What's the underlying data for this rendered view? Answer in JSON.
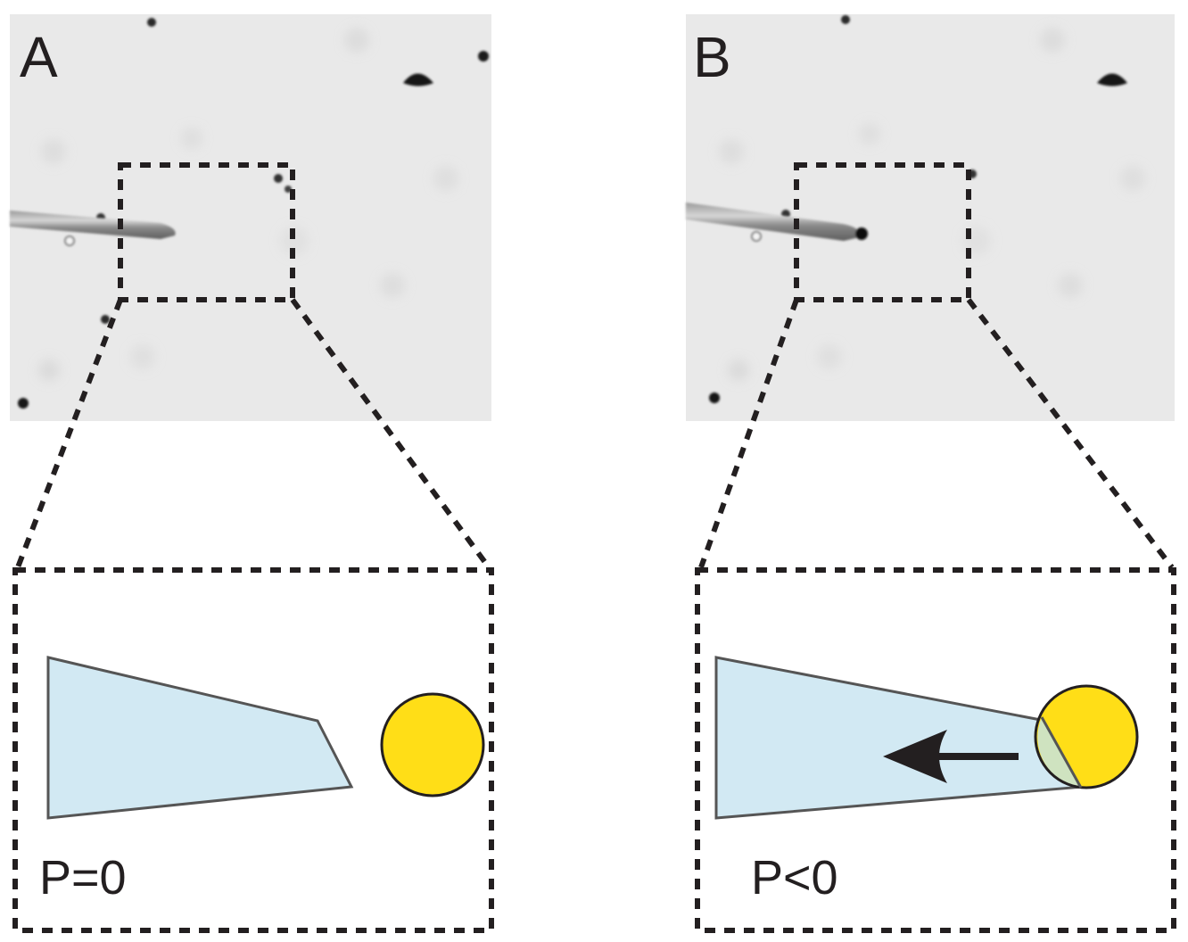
{
  "panels": [
    {
      "id": "A",
      "letter": "A",
      "pressure_label": "P=0",
      "state": "bead-separate-from-pipette"
    },
    {
      "id": "B",
      "letter": "B",
      "pressure_label": "P<0",
      "state": "bead-aspirated-into-pipette"
    }
  ],
  "colors": {
    "pipette_fill": "#d2e9f3",
    "pipette_stroke": "#555555",
    "bead_fill": "#ffde17",
    "overlap_fill": "#cfe3c0",
    "photo_background": "#e8e8e8",
    "dash_stroke": "#231f20",
    "arrow": "#231f20"
  },
  "icons": {
    "arrow": "left-arrow-icon"
  }
}
